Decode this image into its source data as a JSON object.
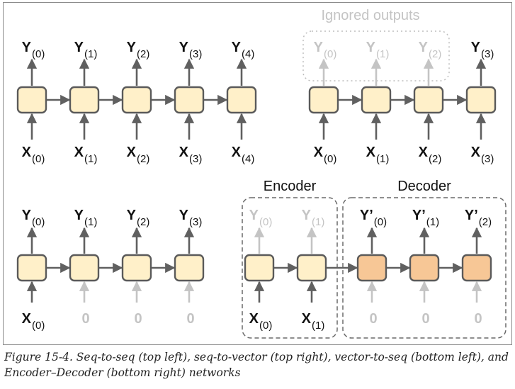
{
  "colors": {
    "cell_fill": "#fff0c9",
    "cell_stroke": "#5a5a5a",
    "decoder_fill": "#f7c796",
    "arrow_dark": "#606060",
    "faded": "#c4c4c4",
    "label_dark": "#111111",
    "box_dash": "#6a6a6a",
    "box_dots": "#bdbdbd"
  },
  "panels": {
    "seq_to_seq": {
      "cell_count": 5,
      "outputs": [
        {
          "main": "Y",
          "sub": "(0)"
        },
        {
          "main": "Y",
          "sub": "(1)"
        },
        {
          "main": "Y",
          "sub": "(2)"
        },
        {
          "main": "Y",
          "sub": "(3)"
        },
        {
          "main": "Y",
          "sub": "(4)"
        }
      ],
      "inputs": [
        {
          "main": "X",
          "sub": "(0)"
        },
        {
          "main": "X",
          "sub": "(1)"
        },
        {
          "main": "X",
          "sub": "(2)"
        },
        {
          "main": "X",
          "sub": "(3)"
        },
        {
          "main": "X",
          "sub": "(4)"
        }
      ]
    },
    "seq_to_vector": {
      "cell_count": 4,
      "ignored_title": "Ignored outputs",
      "outputs": [
        {
          "main": "Y",
          "sub": "(0)",
          "faded": true
        },
        {
          "main": "Y",
          "sub": "(1)",
          "faded": true
        },
        {
          "main": "Y",
          "sub": "(2)",
          "faded": true
        },
        {
          "main": "Y",
          "sub": "(3)",
          "faded": false
        }
      ],
      "inputs": [
        {
          "main": "X",
          "sub": "(0)"
        },
        {
          "main": "X",
          "sub": "(1)"
        },
        {
          "main": "X",
          "sub": "(2)"
        },
        {
          "main": "X",
          "sub": "(3)"
        }
      ]
    },
    "vector_to_seq": {
      "cell_count": 4,
      "outputs": [
        {
          "main": "Y",
          "sub": "(0)"
        },
        {
          "main": "Y",
          "sub": "(1)"
        },
        {
          "main": "Y",
          "sub": "(2)"
        },
        {
          "main": "Y",
          "sub": "(3)"
        }
      ],
      "inputs": [
        {
          "main": "X",
          "sub": "(0)",
          "faded": false
        },
        {
          "main": "0",
          "sub": "",
          "faded": true
        },
        {
          "main": "0",
          "sub": "",
          "faded": true
        },
        {
          "main": "0",
          "sub": "",
          "faded": true
        }
      ]
    },
    "encoder_decoder": {
      "encoder_title": "Encoder",
      "decoder_title": "Decoder",
      "encoder_outputs": [
        {
          "main": "Y",
          "sub": "(0)"
        },
        {
          "main": "Y",
          "sub": "(1)"
        }
      ],
      "encoder_inputs": [
        {
          "main": "X",
          "sub": "(0)"
        },
        {
          "main": "X",
          "sub": "(1)"
        }
      ],
      "decoder_outputs": [
        {
          "main": "Y’",
          "sub": "(0)"
        },
        {
          "main": "Y’",
          "sub": "(1)"
        },
        {
          "main": "Y’",
          "sub": "(2)"
        }
      ],
      "decoder_inputs": [
        {
          "main": "0",
          "sub": ""
        },
        {
          "main": "0",
          "sub": ""
        },
        {
          "main": "0",
          "sub": ""
        }
      ]
    }
  },
  "caption": "Figure 15-4. Seq-to-seq (top left), seq-to-vector (top right), vector-to-seq (bottom left), and Encoder–Decoder (bottom right) networks"
}
